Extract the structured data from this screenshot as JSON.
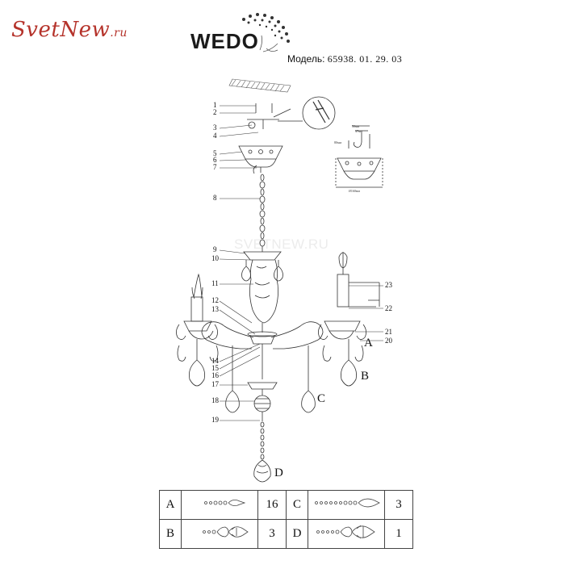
{
  "site_logo": {
    "main": "SvetNew",
    "suffix": ".ru"
  },
  "brand": "WEDO",
  "brand_sub": "Light",
  "model": {
    "label": "Модель:",
    "number": "65938. 01. 29. 03"
  },
  "watermark": "SVETNEW.RU",
  "part_numbers": [
    "1",
    "2",
    "3",
    "4",
    "5",
    "6",
    "7",
    "8",
    "9",
    "10",
    "11",
    "12",
    "13",
    "14",
    "15",
    "16",
    "17",
    "18",
    "19",
    "20",
    "21",
    "22",
    "23"
  ],
  "pendant_letters": {
    "A": "A",
    "B": "B",
    "C": "C",
    "D": "D"
  },
  "parts_table": [
    {
      "letter": "A",
      "qty": "16",
      "letter2": "C",
      "qty2": "3"
    },
    {
      "letter": "B",
      "qty": "3",
      "letter2": "D",
      "qty2": "1"
    }
  ]
}
